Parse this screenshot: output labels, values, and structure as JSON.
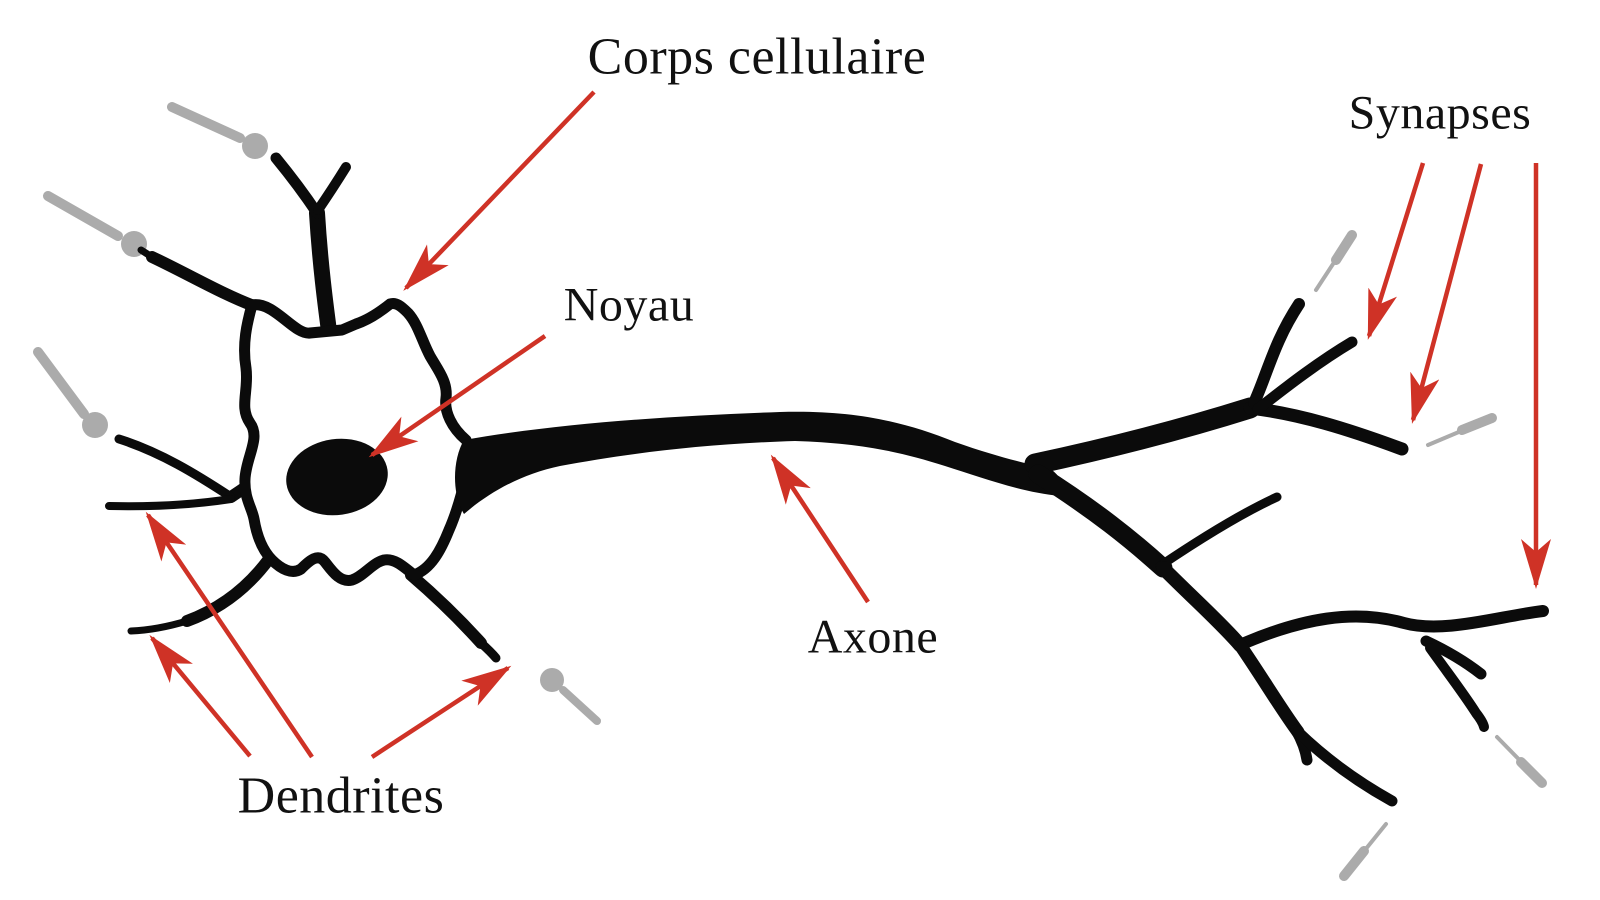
{
  "figure": {
    "type": "labeled-diagram",
    "subject": "neuron-anatomy",
    "labels": {
      "cell_body": "Corps cellulaire",
      "nucleus": "Noyau",
      "synapses": "Synapses",
      "axon": "Axone",
      "dendrites": "Dendrites"
    },
    "colors": {
      "arrow": "#cf3226",
      "neuron": "#0b0b0b",
      "synapse_gray": "#ababab",
      "background": "#ffffff",
      "text": "#111111"
    },
    "annotation_counts": {
      "cell_body_arrows": 1,
      "nucleus_arrows": 1,
      "synapses_arrows": 3,
      "axon_arrows": 1,
      "dendrites_arrows": 3
    },
    "incoming_synaptic_knobs": 4,
    "terminal_contact_marks": 4
  }
}
